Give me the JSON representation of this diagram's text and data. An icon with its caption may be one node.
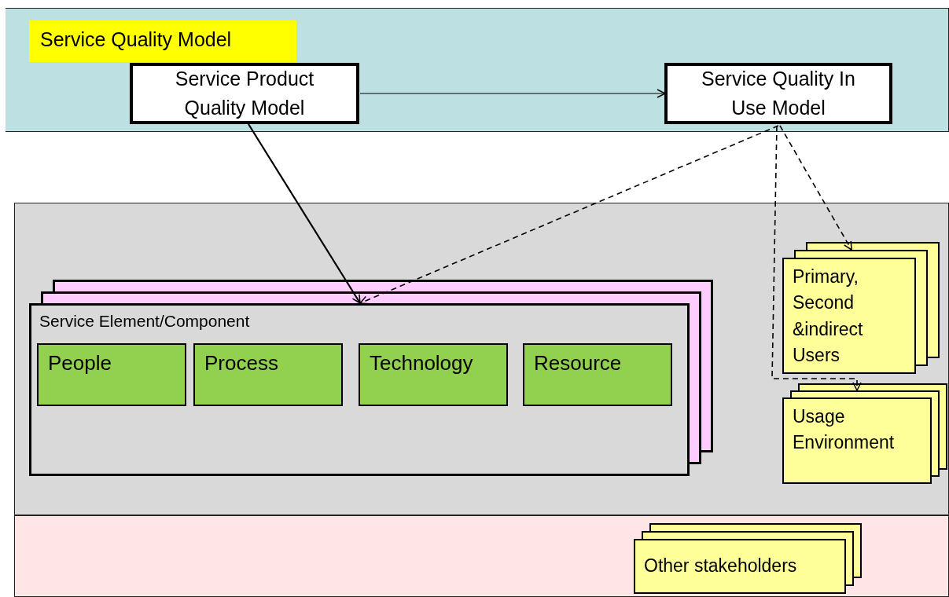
{
  "diagram": {
    "nodes": [
      {
        "text": [
          "Service Quality Model"
        ]
      },
      {
        "text": [
          "Service Product Quality Model"
        ],
        "in": 0
      },
      {
        "text": [
          "Service Quality In Use Model"
        ],
        "in": 0
      },
      {
        "text": [],
        "shape": "box"
      },
      {
        "text": [
          "Service Element/Component"
        ],
        "in": 3
      },
      {
        "text": [
          "People"
        ],
        "in": 4
      },
      {
        "text": [
          "Process"
        ],
        "in": 4
      },
      {
        "text": [
          "Technology"
        ],
        "in": 4
      },
      {
        "text": [
          "Resource"
        ],
        "in": 4
      },
      {
        "text": [
          "Primary, Second &indirect Users"
        ],
        "in": 3
      },
      {
        "text": [
          "Usage Environment"
        ],
        "in": 3
      },
      {
        "text": [],
        "shape": "box"
      },
      {
        "text": [
          "Other stakeholders"
        ],
        "in": 11
      }
    ],
    "edges": [
      {
        "from": 1,
        "to": 2,
        "arrow": "to"
      },
      {
        "from": 1,
        "to": 4,
        "arrow": "to"
      },
      {
        "from": 2,
        "to": 4,
        "arrow": "to",
        "style": "dashed"
      },
      {
        "from": 2,
        "to": 9,
        "arrow": "to",
        "style": "dashed"
      },
      {
        "from": 2,
        "to": 10,
        "arrow": "to",
        "style": "dashed"
      }
    ]
  }
}
